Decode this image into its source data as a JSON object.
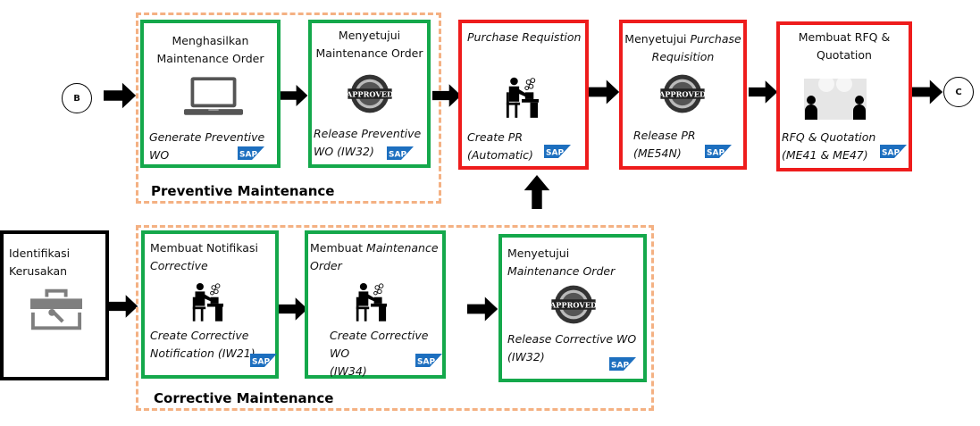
{
  "connectors": {
    "start": "B",
    "end": "C"
  },
  "groups": {
    "preventive": "Preventive Maintenance",
    "corrective": "Corrective Maintenance"
  },
  "colors": {
    "green": "#14a84b",
    "red": "#ee1c1c",
    "group_border": "#f4b183",
    "sap_blue": "#1d6fbf"
  },
  "preventive_steps": [
    {
      "title_1": "Menghasilkan",
      "title_2": "Maintenance Order",
      "icon": "laptop-icon",
      "sub_1": "Generate Preventive",
      "sub_2": "WO"
    },
    {
      "title_1": "Menyetujui",
      "title_2": "Maintenance Order",
      "icon": "approved-stamp-icon",
      "sub_1": "Release Preventive",
      "sub_2": "WO (IW32)"
    }
  ],
  "purchase_steps": [
    {
      "title_1": "Purchase Requistion",
      "icon": "person-at-desk-icon",
      "sub_1": "Create PR",
      "sub_2": "(Automatic)"
    },
    {
      "title_1a": "Menyetujui ",
      "title_1b": "Purchase",
      "title_2": "Requisition",
      "icon": "approved-stamp-icon",
      "sub_1": "Release PR",
      "sub_2": "(ME54N)"
    },
    {
      "title_1": "Membuat RFQ &",
      "title_2": "Quotation",
      "icon": "meeting-icon",
      "sub_1": "RFQ & Quotation",
      "sub_2": "(ME41 & ME47)"
    }
  ],
  "identify": {
    "title_1": "Identifikasi",
    "title_2": "Kerusakan",
    "icon": "toolbox-icon"
  },
  "corrective_steps": [
    {
      "title_1": "Membuat Notifikasi",
      "title_2": "Corrective",
      "icon": "person-at-desk-icon",
      "sub_1": "Create Corrective",
      "sub_2": "Notification (IW21)"
    },
    {
      "title_1a": "Membuat ",
      "title_1b": "Maintenance",
      "title_2": "Order",
      "icon": "person-at-desk-icon",
      "sub_1": "Create Corrective WO",
      "sub_2": "(IW34)"
    },
    {
      "title_1": "Menyetujui",
      "title_2": "Maintenance Order",
      "icon": "approved-stamp-icon",
      "sub_1": "Release Corrective WO",
      "sub_2": "(IW32)"
    }
  ],
  "sap_label": "SAP"
}
